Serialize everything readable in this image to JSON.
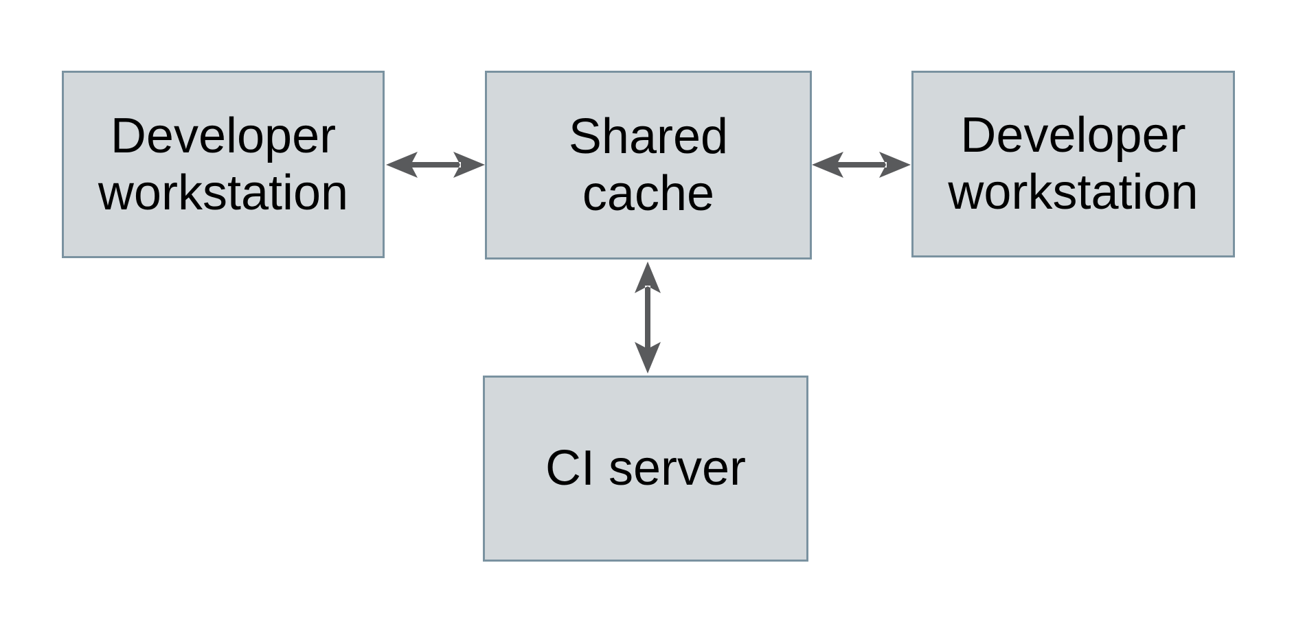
{
  "diagram": {
    "nodes": [
      {
        "id": "developer-workstation-left",
        "label": "Developer workstation"
      },
      {
        "id": "shared-cache",
        "label": "Shared cache"
      },
      {
        "id": "developer-workstation-right",
        "label": "Developer workstation"
      },
      {
        "id": "ci-server",
        "label": "CI server"
      }
    ],
    "edges": [
      {
        "from": "developer-workstation-left",
        "to": "shared-cache",
        "direction": "bidirectional",
        "orientation": "horizontal"
      },
      {
        "from": "shared-cache",
        "to": "developer-workstation-right",
        "direction": "bidirectional",
        "orientation": "horizontal"
      },
      {
        "from": "shared-cache",
        "to": "ci-server",
        "direction": "bidirectional",
        "orientation": "vertical"
      }
    ],
    "colors": {
      "background": "#ffffff",
      "node_fill": "#d3d8db",
      "node_border": "#7a92a0",
      "arrow": "#595a5c",
      "text": "#000000"
    }
  }
}
